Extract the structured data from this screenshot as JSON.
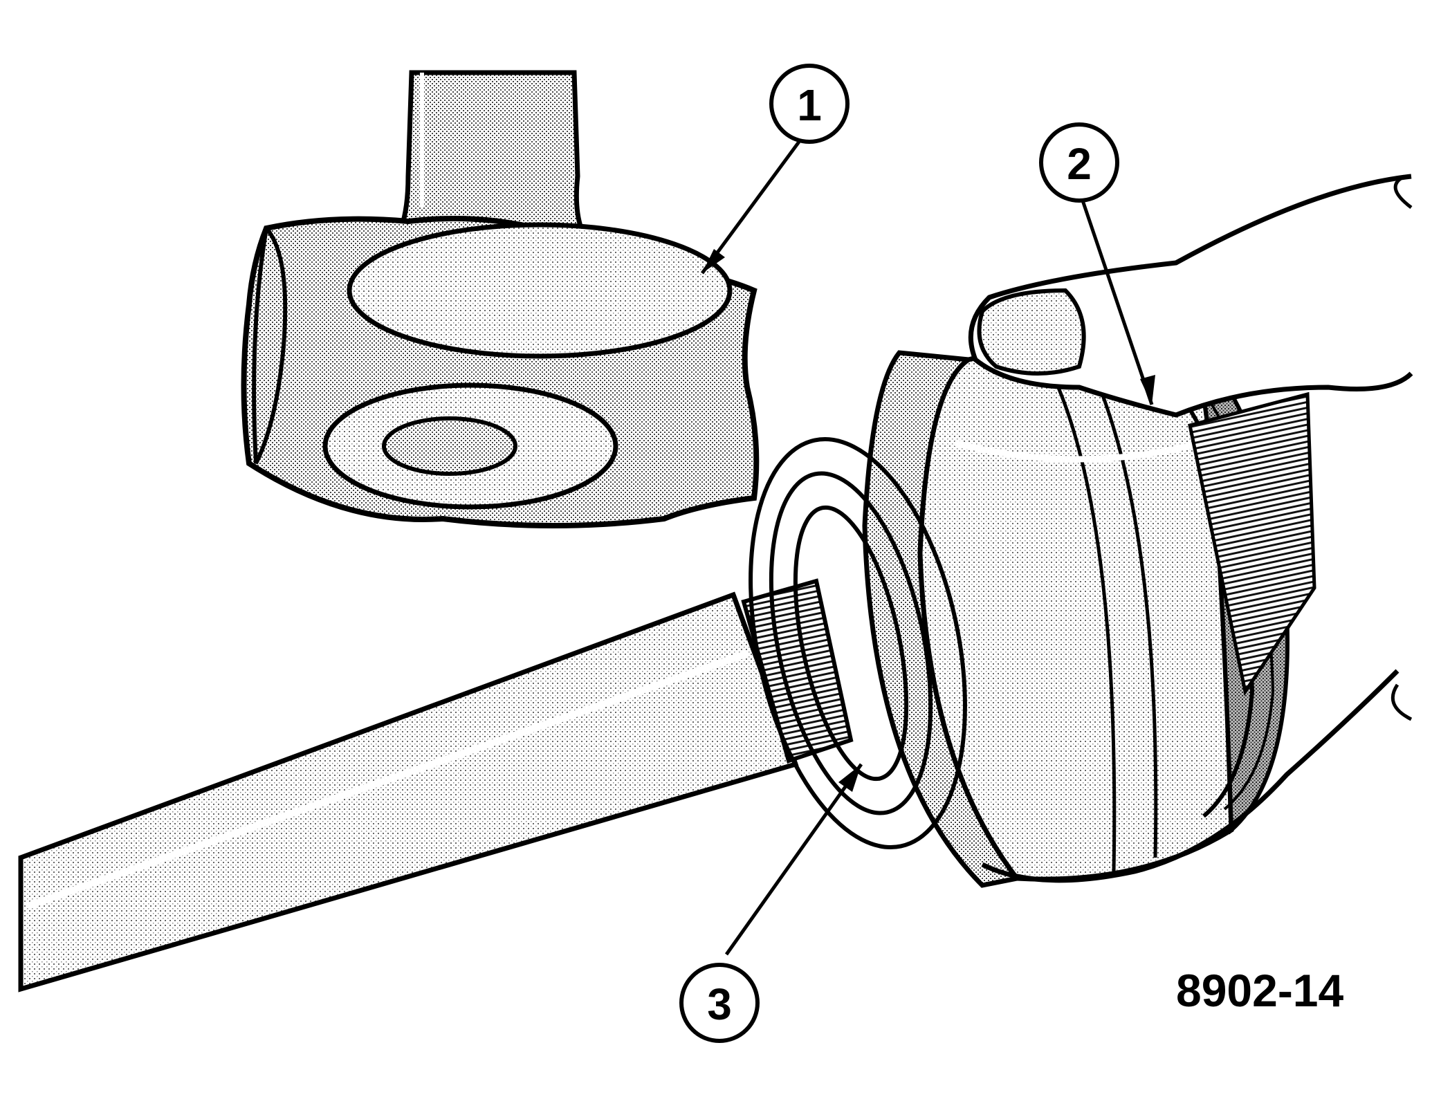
{
  "figure": {
    "id_label": "8902-14"
  },
  "callouts": [
    {
      "number": "1"
    },
    {
      "number": "2"
    },
    {
      "number": "3"
    }
  ],
  "colors": {
    "ink": "#000000",
    "shade_light": "#d6d6d6",
    "shade_mid": "#a9a9a9",
    "paper": "#ffffff"
  }
}
